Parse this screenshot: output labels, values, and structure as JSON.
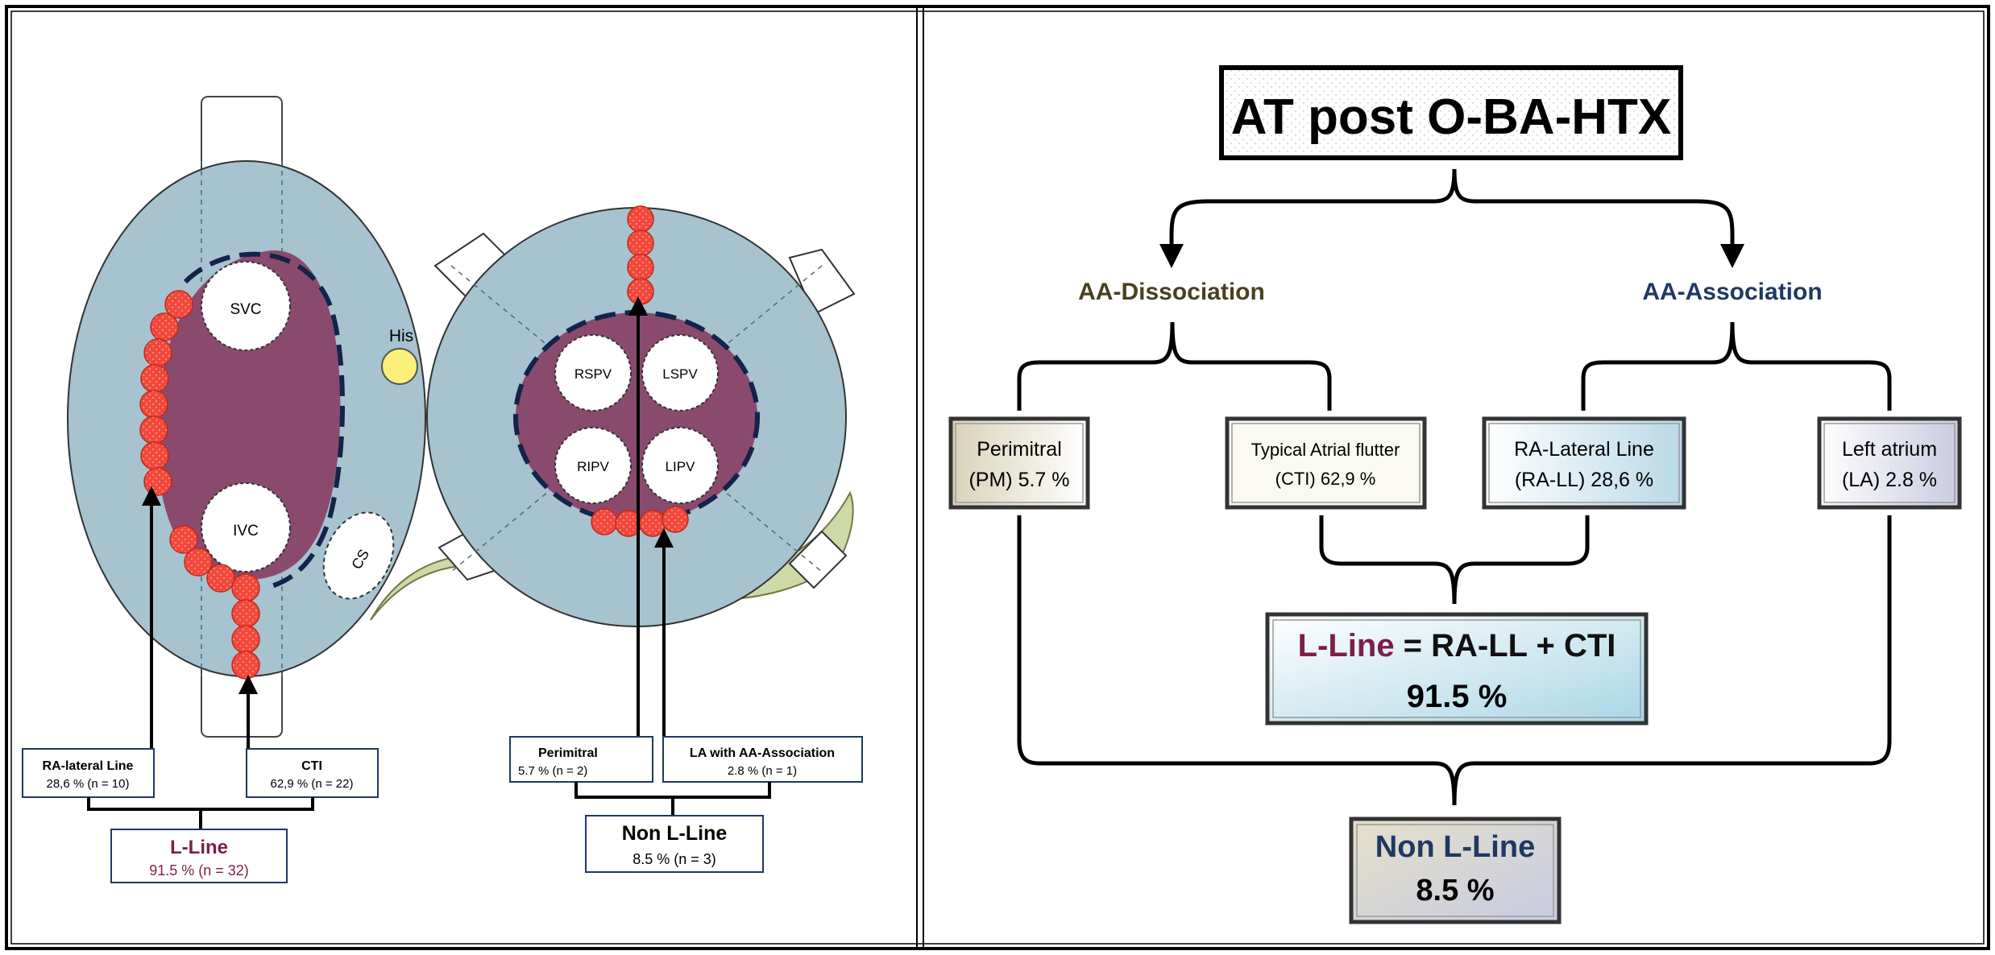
{
  "left_panel": {
    "ra": {
      "svc": "SVC",
      "ivc": "IVC",
      "cs": "CS",
      "his": "His"
    },
    "la": {
      "rspv": "RSPV",
      "lspv": "LSPV",
      "ripv": "RIPV",
      "lipv": "LIPV"
    },
    "box_ra_lateral": {
      "title": "RA-lateral Line",
      "value": "28,6 % (n = 10)"
    },
    "box_cti": {
      "title": "CTI",
      "value": "62,9 % (n = 22)"
    },
    "box_lline": {
      "title": "L-Line",
      "value": "91.5 % (n  = 32)"
    },
    "box_perimitral": {
      "title": "Perimitral",
      "value": "5.7 % (n = 2)"
    },
    "box_la_assoc": {
      "title": "LA with AA-Association",
      "value": "2.8 % (n = 1)"
    },
    "box_non_lline": {
      "title": "Non L-Line",
      "value": "8.5 % (n = 3)"
    }
  },
  "right_panel": {
    "title": "AT post O-BA-HTX",
    "branch_dissociation": "AA-Dissociation",
    "branch_association": "AA-Association",
    "box_perimitral": {
      "line1": "Perimitral",
      "line2": "(PM) 5.7 %"
    },
    "box_typical": {
      "line1": "Typical Atrial flutter",
      "line2": "(CTI) 62,9 %"
    },
    "box_ra_lateral": {
      "line1": "RA-Lateral Line",
      "line2": "(RA-LL) 28,6 %"
    },
    "box_left_atrium": {
      "line1": "Left atrium",
      "line2": "(LA) 2.8 %"
    },
    "lline_box": {
      "label": "L-Line",
      "formula": " = RA-LL + CTI",
      "value": "91.5 %"
    },
    "non_lline_box": {
      "label": "Non L-Line",
      "value": "8.5 %"
    }
  },
  "colors": {
    "atrium_fill": "#a6c3cf",
    "scar_fill": "#8a4a6e",
    "ablation_red": "#f0493c",
    "his_yellow": "#fbf07a",
    "cs_green": "#cfd9a7",
    "lline_text": "#7b1f4b",
    "association_text": "#1f3864",
    "dissociation_text": "#4a4020"
  }
}
